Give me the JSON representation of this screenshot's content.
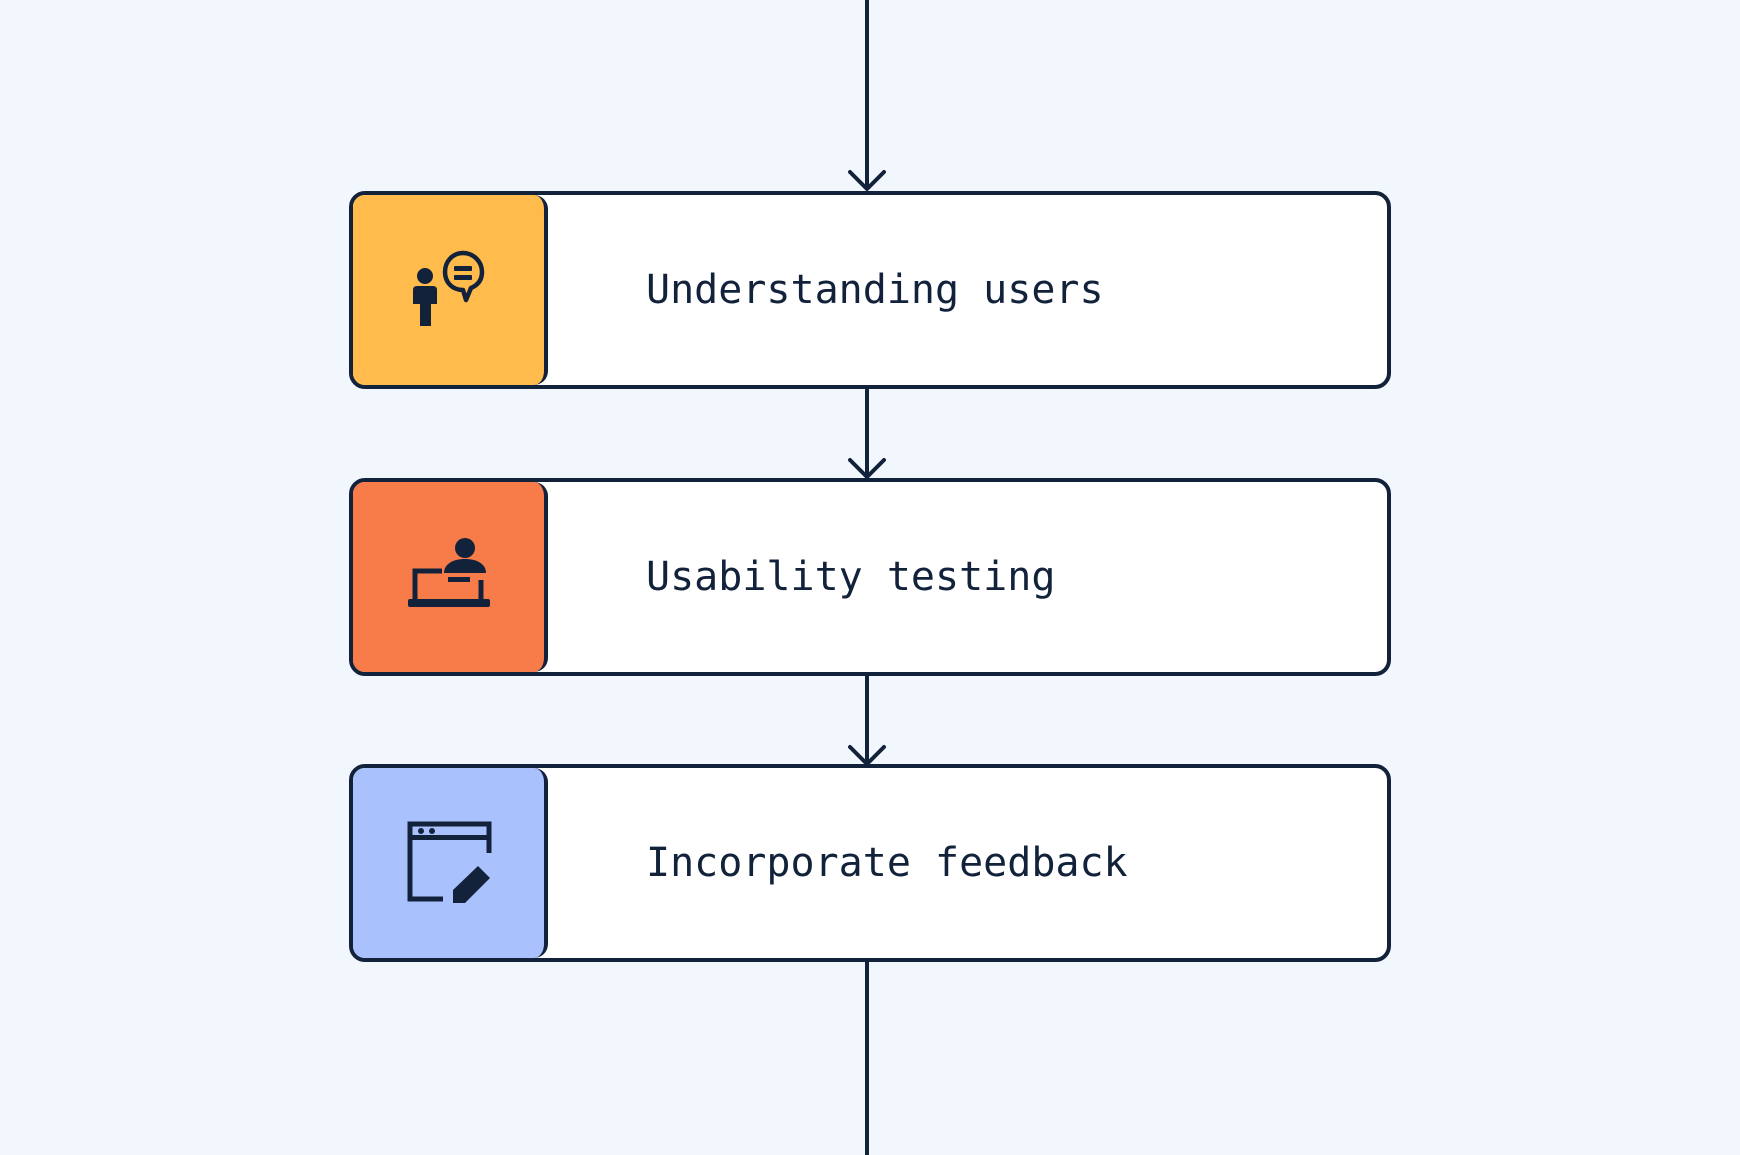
{
  "steps": [
    {
      "label": "Understanding users",
      "icon": "person-speech-bubble-icon",
      "color": "#ffbb4b"
    },
    {
      "label": "Usability testing",
      "icon": "person-laptop-icon",
      "color": "#f87c49"
    },
    {
      "label": "Incorporate feedback",
      "icon": "browser-edit-icon",
      "color": "#a9c2fd"
    }
  ],
  "colors": {
    "background": "#f2f6fd",
    "line": "#13223b",
    "card": "#ffffff"
  }
}
